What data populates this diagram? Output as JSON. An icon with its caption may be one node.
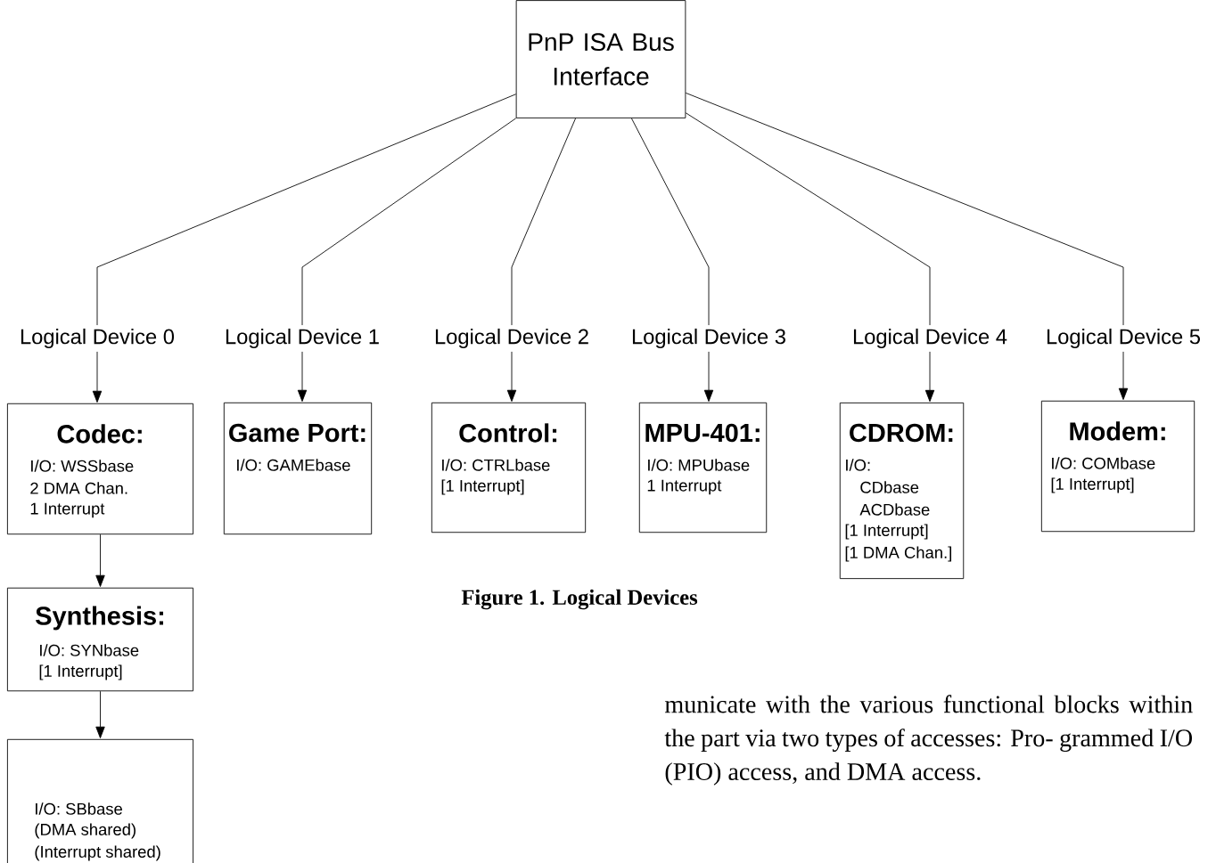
{
  "diagram": {
    "caption": "Figure 1. Logical Devices",
    "nodes": [
      {
        "text": [
          "PnP ISA Bus Interface"
        ]
      },
      {
        "text": [
          "Logical Device 0"
        ]
      },
      {
        "text": [
          "Logical Device 1"
        ]
      },
      {
        "text": [
          "Logical Device 2"
        ]
      },
      {
        "text": [
          "Logical Device 3"
        ]
      },
      {
        "text": [
          "Logical Device 4"
        ]
      },
      {
        "text": [
          "Logical Device 5"
        ]
      },
      {
        "text": [
          "Codec:",
          "I/O: WSSbase",
          "2 DMA Chan.",
          "1 Interrupt"
        ]
      },
      {
        "text": [
          "Game Port:",
          "I/O: GAMEbase"
        ]
      },
      {
        "text": [
          "Control:",
          "I/O: CTRLbase",
          "[1 Interrupt]"
        ]
      },
      {
        "text": [
          "MPU-401:",
          "I/O: MPUbase",
          "1 Interrupt"
        ]
      },
      {
        "text": [
          "CDROM:",
          "I/O:",
          "CDbase",
          "ACDbase",
          "[1 Interrupt]",
          "[1 DMA Chan.]"
        ]
      },
      {
        "text": [
          "Modem:",
          "I/O: COMbase",
          "[1 Interrupt]"
        ]
      },
      {
        "text": [
          "Synthesis:",
          "I/O: SYNbase",
          "[1 Interrupt]"
        ]
      },
      {
        "text": [
          "I/O: SBbase",
          "(DMA shared)",
          "(Interrupt shared)"
        ]
      }
    ],
    "edges": [
      {
        "from": 0,
        "to": 1,
        "arrow": "none"
      },
      {
        "from": 0,
        "to": 2,
        "arrow": "none"
      },
      {
        "from": 0,
        "to": 3,
        "arrow": "none"
      },
      {
        "from": 0,
        "to": 4,
        "arrow": "none"
      },
      {
        "from": 0,
        "to": 5,
        "arrow": "none"
      },
      {
        "from": 0,
        "to": 6,
        "arrow": "none"
      },
      {
        "from": 1,
        "to": 7,
        "arrow": "to"
      },
      {
        "from": 2,
        "to": 8,
        "arrow": "to"
      },
      {
        "from": 3,
        "to": 9,
        "arrow": "to"
      },
      {
        "from": 4,
        "to": 10,
        "arrow": "to"
      },
      {
        "from": 5,
        "to": 11,
        "arrow": "to"
      },
      {
        "from": 6,
        "to": 12,
        "arrow": "to"
      },
      {
        "from": 7,
        "to": 13,
        "arrow": "to"
      },
      {
        "from": 13,
        "to": 14,
        "arrow": "to"
      }
    ],
    "labels": [
      "municate with the various functional blocks within the part via two types of accesses: Pro- grammed I/O (PIO) access, and DMA access."
    ]
  }
}
